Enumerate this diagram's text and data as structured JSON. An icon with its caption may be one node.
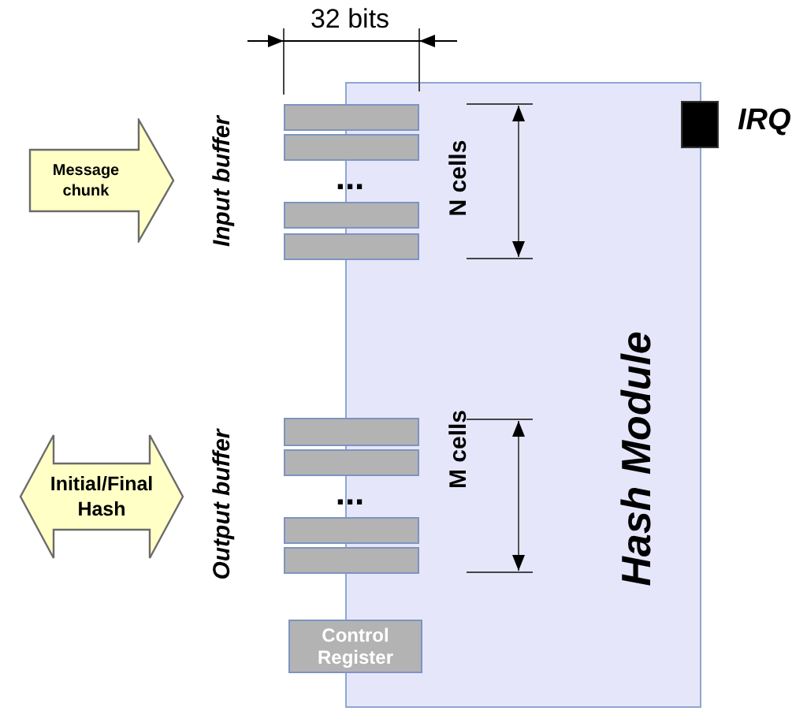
{
  "diagram": {
    "nodes": [
      {
        "text": [
          "Hash Module"
        ]
      },
      {
        "text": [],
        "shape": "box",
        "beside": [
          "IRQ"
        ]
      },
      {
        "text": [
          "Message chunk"
        ]
      },
      {
        "text": [],
        "shape": "bar"
      },
      {
        "text": [],
        "shape": "bar"
      },
      {
        "text": [],
        "shape": "bar"
      },
      {
        "text": [],
        "shape": "bar"
      },
      {
        "text": [
          "Initial/Final Hash"
        ]
      },
      {
        "text": [],
        "shape": "bar"
      },
      {
        "text": [],
        "shape": "bar"
      },
      {
        "text": [],
        "shape": "bar"
      },
      {
        "text": [],
        "shape": "bar"
      },
      {
        "text": [
          "Control Register"
        ]
      }
    ],
    "edges": [],
    "labels": [
      "32 bits",
      "Input buffer",
      "...",
      "N cells",
      "Output buffer",
      "...",
      "M cells"
    ]
  }
}
